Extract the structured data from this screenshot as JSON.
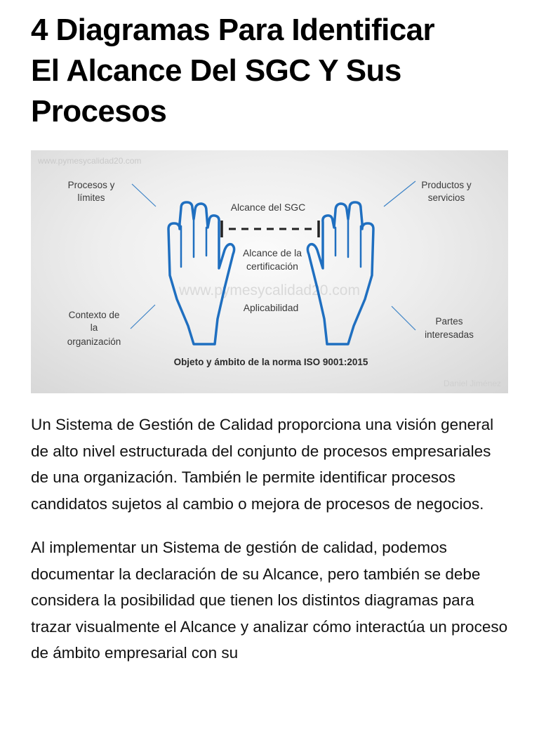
{
  "article": {
    "title_lines": [
      "4 Diagramas Para Identificar",
      "El Alcance Del SGC Y Sus",
      "Procesos"
    ],
    "paragraphs": [
      "Un Sistema de Gestión de Calidad proporciona una visión general de alto nivel estructurada del conjunto de procesos empresariales de una organización. También le permite identificar procesos candidatos sujetos al cambio o mejora de procesos de negocios.",
      "Al implementar un Sistema de gestión de calidad, podemos documentar la declaración de su Alcance, pero también se debe considera la posibilidad que tienen los distintos diagramas para trazar visualmente el Alcance y analizar cómo interactúa un proceso de ámbito empresarial con su"
    ]
  },
  "figure": {
    "watermark_top": "www.pymesycalidad20.com",
    "watermark_center": "www.pymesycalidad20.com",
    "author_watermark": "Daniel Jiménez",
    "left_top_label": [
      "Procesos y",
      "límites"
    ],
    "left_bottom_label": [
      "Contexto de",
      "la",
      "organización"
    ],
    "right_top_label": [
      "Productos y",
      "servicios"
    ],
    "right_bottom_label": [
      "Partes",
      "interesadas"
    ],
    "center_top": "Alcance del SGC",
    "center_mid": [
      "Alcance de la",
      "certificación"
    ],
    "center_low": "Aplicabilidad",
    "caption": "Objeto y ámbito de la norma ISO 9001:2015",
    "colors": {
      "hand_stroke": "#1f6fc0",
      "line": "#3b82c6",
      "text": "#3a3a3a"
    },
    "icons": [
      "left-hand-icon",
      "right-hand-icon"
    ]
  }
}
